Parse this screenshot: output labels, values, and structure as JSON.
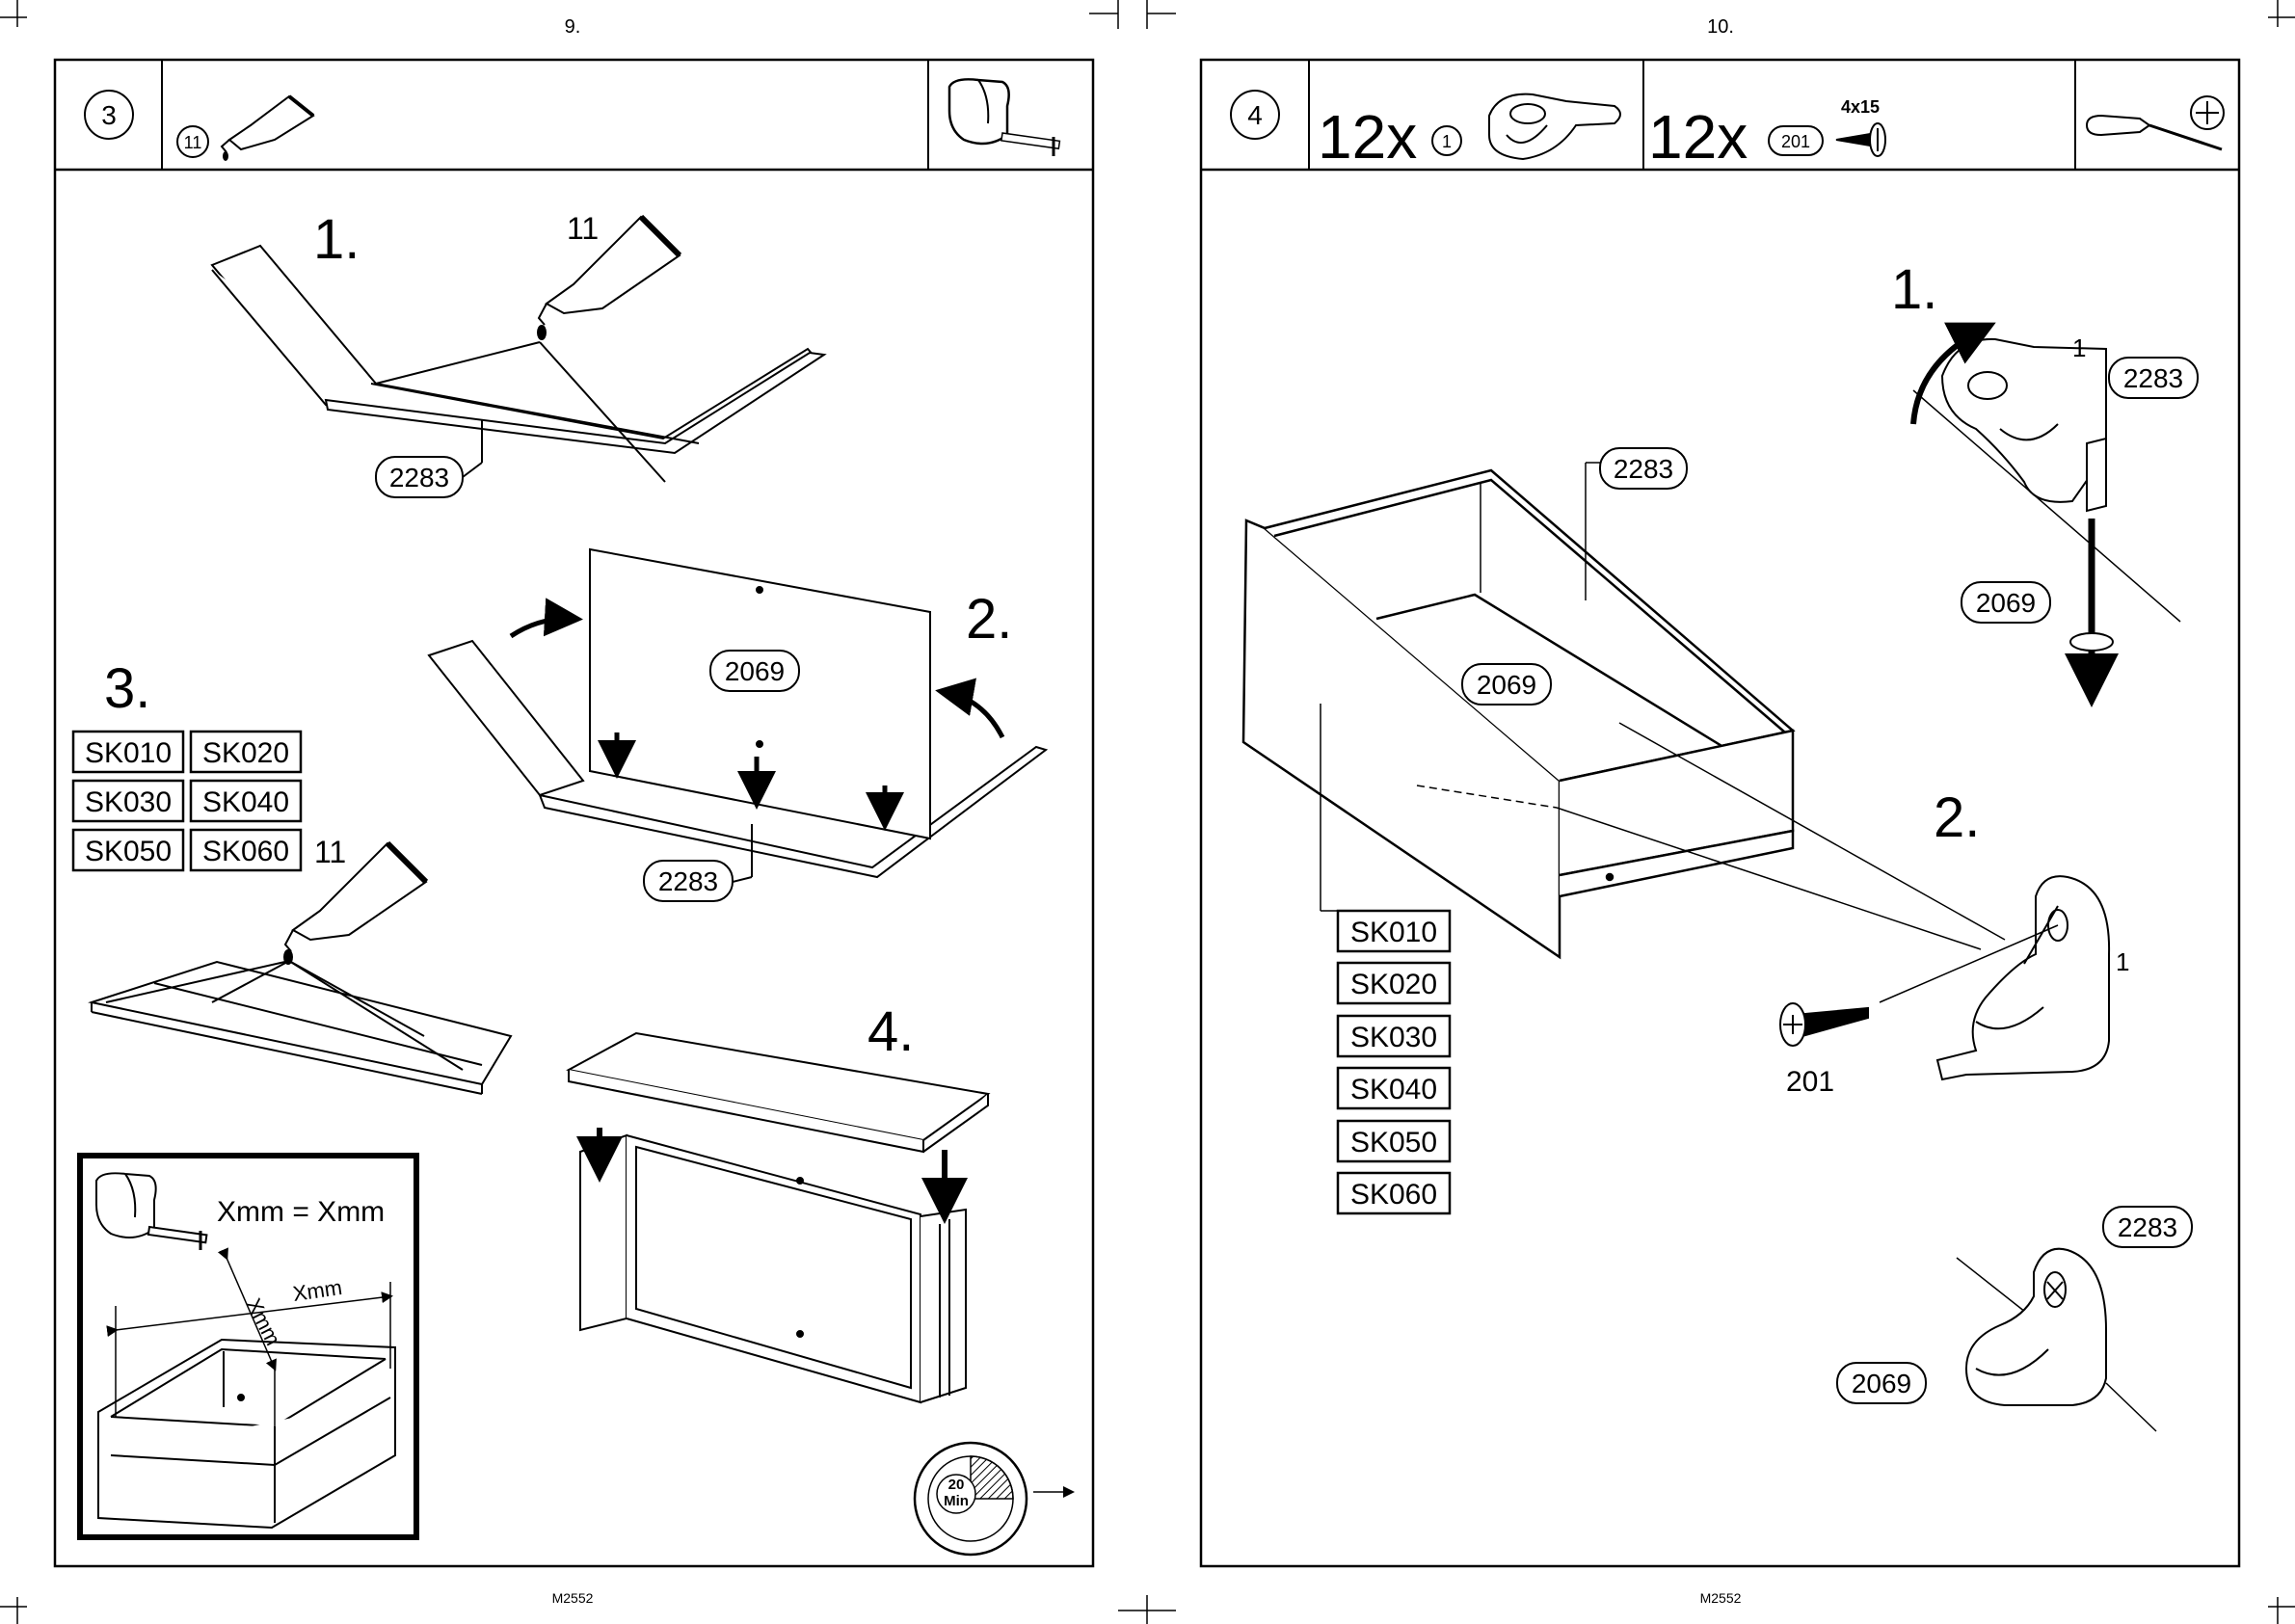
{
  "pages": [
    {
      "page_number": "9.",
      "footer": "M2552",
      "step_number": "3",
      "header_part_ref": "11",
      "labels": {
        "sub1": "1.",
        "sub2": "2.",
        "sub3": "3.",
        "sub4": "4.",
        "glue_ref_a": "11",
        "glue_ref_b": "11",
        "tag_2283_a": "2283",
        "tag_2283_b": "2283",
        "tag_2069": "2069"
      },
      "sk_codes": [
        "SK010",
        "SK020",
        "SK030",
        "SK040",
        "SK050",
        "SK060"
      ],
      "measure": {
        "equation": "Xmm = Xmm",
        "diag": "Xmm",
        "horiz": "Xmm"
      },
      "timer": {
        "minutes": "20",
        "unit": "Min"
      }
    },
    {
      "page_number": "10.",
      "footer": "M2552",
      "step_number": "4",
      "parts": [
        {
          "qty": "12x",
          "ref": "1"
        },
        {
          "qty": "12x",
          "ref": "201",
          "spec": "4x15"
        }
      ],
      "labels": {
        "sub1": "1.",
        "sub2": "2.",
        "tag_2283_a": "2283",
        "tag_2283_b": "2283",
        "tag_2283_c": "2283",
        "tag_2069_a": "2069",
        "tag_2069_b": "2069",
        "tag_2069_c": "2069",
        "bracket_ref_a": "1",
        "bracket_ref_b": "1",
        "screw_ref": "201"
      },
      "sk_codes": [
        "SK010",
        "SK020",
        "SK030",
        "SK040",
        "SK050",
        "SK060"
      ]
    }
  ]
}
